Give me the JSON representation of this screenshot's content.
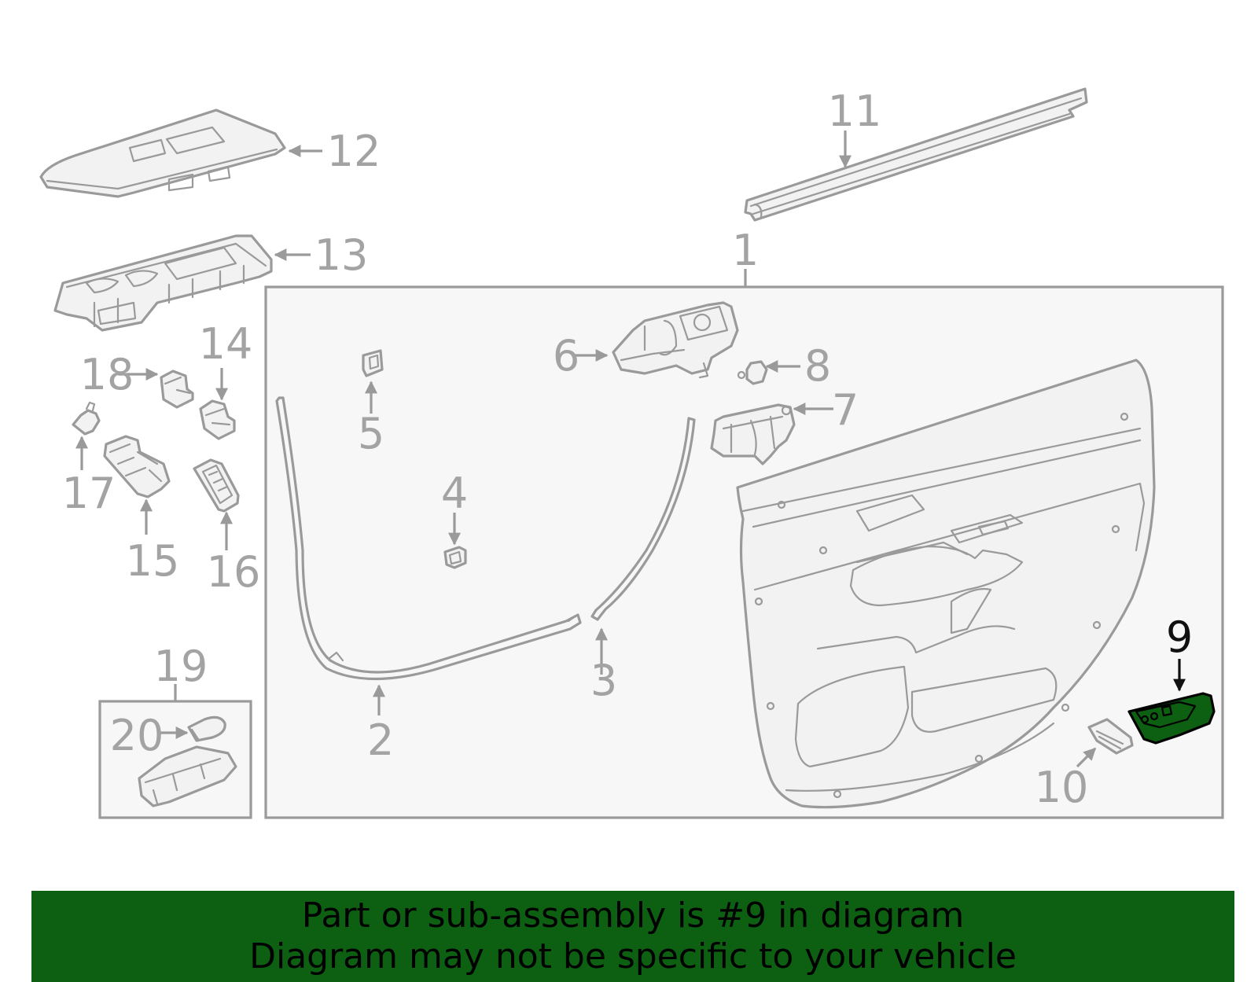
{
  "diagram": {
    "highlight_color": "#0d5f12",
    "line_color": "#9a9a9a",
    "callouts": {
      "c1": "1",
      "c2": "2",
      "c3": "3",
      "c4": "4",
      "c5": "5",
      "c6": "6",
      "c7": "7",
      "c8": "8",
      "c9": "9",
      "c10": "10",
      "c11": "11",
      "c12": "12",
      "c13": "13",
      "c14": "14",
      "c15": "15",
      "c16": "16",
      "c17": "17",
      "c18": "18",
      "c19": "19",
      "c20": "20"
    },
    "highlighted_part": "9"
  },
  "banner": {
    "line1": "Part or sub-assembly is #9 in diagram",
    "line2": "Diagram may not be specific to your vehicle"
  }
}
